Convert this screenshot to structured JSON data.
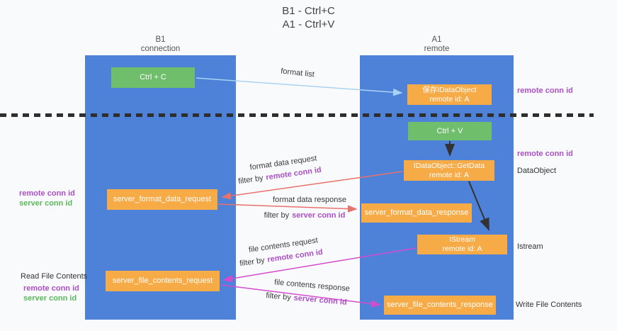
{
  "title": {
    "line1": "B1 - Ctrl+C",
    "line2": "A1 - Ctrl+V"
  },
  "columns": {
    "left": {
      "name": "B1",
      "role": "connection"
    },
    "right": {
      "name": "A1",
      "role": "remote"
    }
  },
  "nodes": {
    "ctrl_c": {
      "label": "Ctrl + C"
    },
    "save_idataobject": {
      "line1": "保存IDataObject",
      "line2": "remote id: A"
    },
    "ctrl_v": {
      "label": "Ctrl + V"
    },
    "idataobject_getdata": {
      "line1": "IDataObject::GetData",
      "line2": "remote id: A"
    },
    "server_format_data_request": {
      "label": "server_format_data_request"
    },
    "server_format_data_response": {
      "label": "server_format_data_response"
    },
    "istream": {
      "line1": "IStream",
      "line2": "remote id: A"
    },
    "server_file_contents_request": {
      "label": "server_file_contents_request"
    },
    "server_file_contents_response": {
      "label": "server_file_contents_response"
    }
  },
  "labels": {
    "format_list": "format list",
    "format_data_request": "format data request",
    "format_data_response": "format data response",
    "file_contents_request": "file contents request",
    "file_contents_response": "file contents response",
    "filter_by": "filter by",
    "remote_conn_id": "remote conn id",
    "server_conn_id": "server conn id",
    "read_file_contents": "Read File Contents",
    "write_file_contents": "Write File Contents",
    "dataobject": "DataObject",
    "istream": "Istream"
  },
  "colors": {
    "column_blue": "#4d82d8",
    "box_green": "#6fbe6c",
    "box_orange": "#f7ab47",
    "arrow_light_blue": "#a9d3f2",
    "arrow_red": "#e8716d",
    "arrow_magenta": "#d44ccd",
    "arrow_black": "#333333",
    "text_purple": "#ab4fc6",
    "text_green": "#5cb85c",
    "dashed_line": "#2e2e2e"
  }
}
